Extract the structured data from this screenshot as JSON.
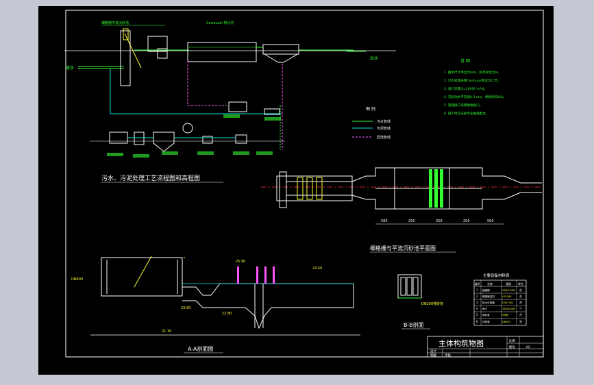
{
  "process_diagram": {
    "title": "污水、污泥处理工艺流程图和高程图",
    "top_labels": [
      "细格栅平流沉砂池",
      "Carrousel 氧化沟"
    ],
    "inlet_label": "进水",
    "outlet_label": "出水"
  },
  "legend": {
    "title": "图  例",
    "items": [
      {
        "label": "污水管线",
        "color": "#33ff33"
      },
      {
        "label": "污泥管线",
        "color": "#00e5e5"
      },
      {
        "label": "回流管线",
        "color": "#ff55ff"
      }
    ]
  },
  "notes": {
    "title": "说  明",
    "lines": [
      "1. 图中尺寸单位为mm，标高单位为m。",
      "2. 污水处理采用Carrousel氧化沟工艺。",
      "3. 设计流量Q=20000 m³/d。",
      "4. 沉砂池水平流速0.3 m/s，停留时间40s。",
      "5. 管道接口采用柔性接口。",
      "6. 施工时应与各专业图纸配合。"
    ]
  },
  "plan_view": {
    "title": "细格栅与平流沉砂池平面图",
    "dims": [
      "500",
      "250",
      "250",
      "250",
      "500"
    ]
  },
  "section_aa": {
    "title": "A-A剖面图",
    "elevations": [
      "25.90",
      "24.50",
      "23.60",
      "22.80",
      "21.30"
    ],
    "pipe_label": "DN600"
  },
  "section_bb": {
    "title": "B-B剖面",
    "pipe_label": "DN200排砂管"
  },
  "equipment_table": {
    "title": "主要设备材料表",
    "headers": [
      "编号",
      "名称",
      "规格",
      "单位"
    ],
    "rows": [
      [
        "1",
        "细格栅",
        "GSHZ-1200",
        "台"
      ],
      [
        "2",
        "螺旋输送机",
        "LSY-260",
        "台"
      ],
      [
        "3",
        "砂水分离器",
        "LSSF-260",
        "台"
      ],
      [
        "4",
        "闸门",
        "1000x1000",
        "个"
      ],
      [
        "5",
        "吸砂泵",
        "PW型",
        "台"
      ],
      [
        "6",
        "排砂管",
        "DN200",
        "米"
      ]
    ]
  },
  "title_block": {
    "drawing_title": "主体构筑物图",
    "label_design": "设计",
    "label_drawn": "制图",
    "label_check": "审核",
    "label_scale": "比例",
    "label_sheet": "图号",
    "sheet_no": "02"
  }
}
